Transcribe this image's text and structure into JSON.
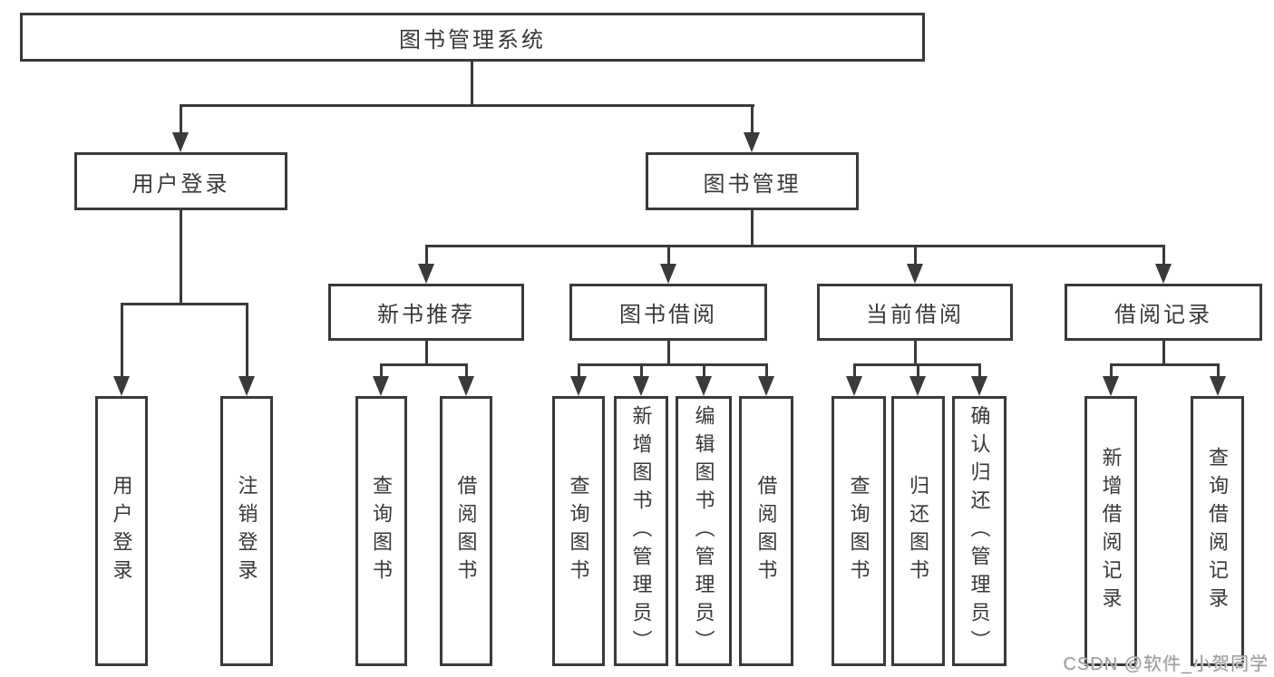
{
  "diagram": {
    "type": "hierarchy",
    "root": {
      "label": "图书管理系统",
      "children": [
        {
          "label": "用户登录",
          "children": [
            {
              "label": "用户登录"
            },
            {
              "label": "注销登录"
            }
          ]
        },
        {
          "label": "图书管理",
          "children": [
            {
              "label": "新书推荐",
              "children": [
                {
                  "label": "查询图书"
                },
                {
                  "label": "借阅图书"
                }
              ]
            },
            {
              "label": "图书借阅",
              "children": [
                {
                  "label": "查询图书"
                },
                {
                  "label": "新增图书（管理员）"
                },
                {
                  "label": "编辑图书（管理员）"
                },
                {
                  "label": "借阅图书"
                }
              ]
            },
            {
              "label": "当前借阅",
              "children": [
                {
                  "label": "查询图书"
                },
                {
                  "label": "归还图书"
                },
                {
                  "label": "确认归还（管理员）"
                }
              ]
            },
            {
              "label": "借阅记录",
              "children": [
                {
                  "label": "新增借阅记录"
                },
                {
                  "label": "查询借阅记录"
                }
              ]
            }
          ]
        }
      ]
    }
  },
  "watermark": {
    "text": "CSDN @软件_小贺同学"
  },
  "colors": {
    "line": "#3a3a3a",
    "text": "#383838",
    "background": "#ffffff",
    "watermark": "#9c9c9c"
  }
}
